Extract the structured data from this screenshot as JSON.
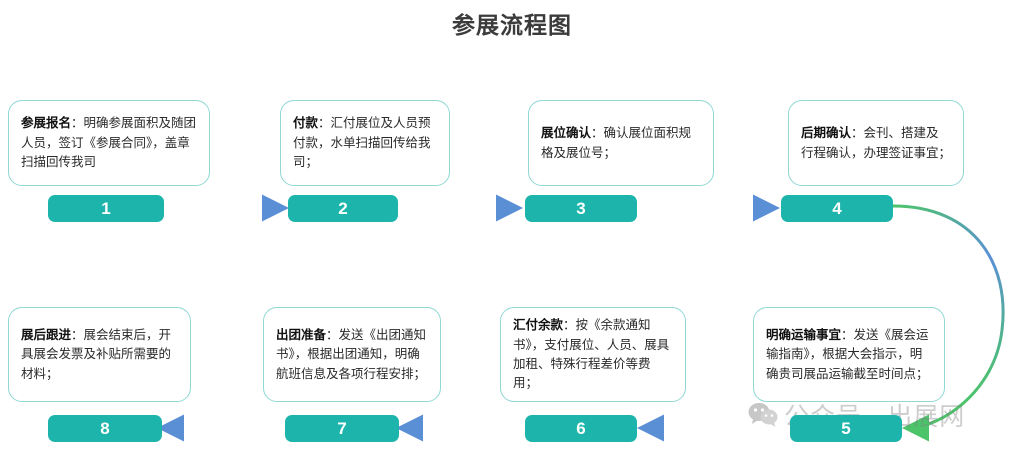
{
  "title": "参展流程图",
  "colors": {
    "badge_teal": "#1db5ab",
    "box_border": "#8fd8d4",
    "arrow_green": "#4cc46a",
    "arrow_blue": "#5a8fd6",
    "title_text": "#3b3b3b",
    "watermark_text": "#7d7d7d",
    "wechat_green": "#2dc100"
  },
  "diagram": {
    "type": "flowchart",
    "direction": "serpentine-left-to-right-then-right-to-left",
    "steps": [
      {
        "number": "1",
        "heading": "参展报名",
        "separator": "：",
        "body": "明确参展面积及随团人员，签订《参展合同》，盖章扫描回传我司",
        "row": "top"
      },
      {
        "number": "2",
        "heading": "付款",
        "separator": "：",
        "body": "汇付展位及人员预付款，水单扫描回传给我司；",
        "row": "top"
      },
      {
        "number": "3",
        "heading": "展位确认",
        "separator": "：",
        "body": "确认展位面积规格及展位号；",
        "row": "top"
      },
      {
        "number": "4",
        "heading": "后期确认",
        "separator": "：",
        "body": "会刊、搭建及行程确认，办理签证事宜；",
        "row": "top"
      },
      {
        "number": "5",
        "heading": "明确运输事宜",
        "separator": "：",
        "body": "发送《展会运输指南》，根据大会指示，明确贵司展品运输截至时间点；",
        "row": "bottom"
      },
      {
        "number": "6",
        "heading": "汇付余款",
        "separator": "：",
        "body": "按《余款通知书》，支付展位、人员、展具加租、特殊行程差价等费用；",
        "row": "bottom"
      },
      {
        "number": "7",
        "heading": "出团准备",
        "separator": "：",
        "body": "发送《出团通知书》，根据出团通知，明确航班信息及各项行程安排；",
        "row": "bottom"
      },
      {
        "number": "8",
        "heading": "展后跟进",
        "separator": "：",
        "body": "展会结束后，开具展会发票及补贴所需要的材料；",
        "row": "bottom"
      }
    ],
    "connectors": [
      {
        "from": "1",
        "to": "2",
        "shape": "straight-right"
      },
      {
        "from": "2",
        "to": "3",
        "shape": "straight-right"
      },
      {
        "from": "3",
        "to": "4",
        "shape": "straight-right"
      },
      {
        "from": "4",
        "to": "5",
        "shape": "curved-wrap-down"
      },
      {
        "from": "5",
        "to": "6",
        "shape": "straight-left"
      },
      {
        "from": "6",
        "to": "7",
        "shape": "straight-left"
      },
      {
        "from": "7",
        "to": "8",
        "shape": "straight-left"
      }
    ]
  },
  "watermark": {
    "icon": "wechat-icon",
    "text": "公众号 · 出展网"
  }
}
